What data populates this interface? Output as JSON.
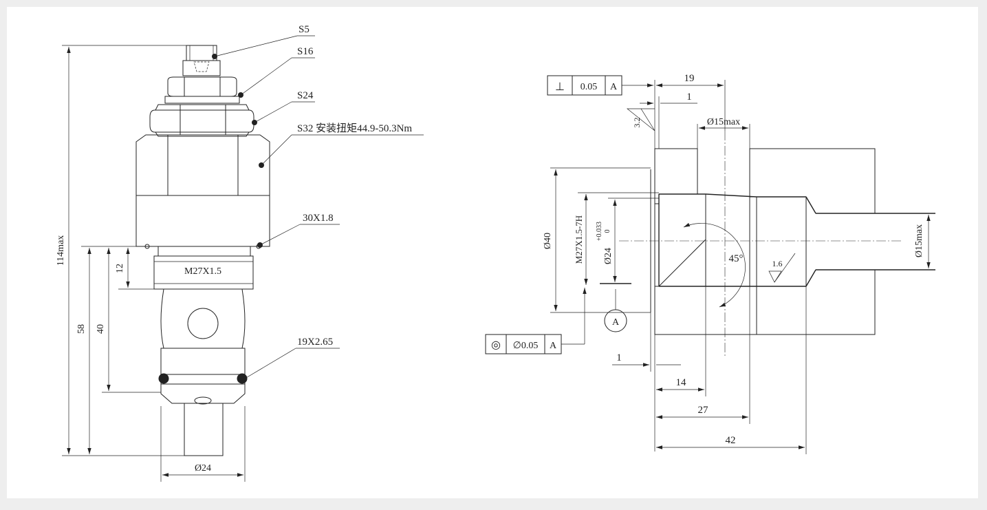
{
  "left_view": {
    "callouts": {
      "s5": "S5",
      "s16": "S16",
      "s24": "S24",
      "s32": "S32 安装扭矩44.9-50.3Nm",
      "oring_top": "30X1.8",
      "oring_bottom": "19X2.65"
    },
    "thread_label": "M27X1.5",
    "dims": {
      "overall_height": "114max",
      "height_58": "58",
      "height_40": "40",
      "height_12": "12",
      "diameter_bottom": "Ø24"
    }
  },
  "right_view": {
    "flatness_box": {
      "symbol": "⊥",
      "value": "0.05",
      "datum": "A"
    },
    "concentricity_box": {
      "symbol": "◎",
      "value": "∅0.05",
      "datum": "A"
    },
    "datum_label": "A",
    "dims": {
      "top_19": "19",
      "top_1": "1",
      "roughness_top": "3.2",
      "bore_max": "Ø15max",
      "dia_40": "Ø40",
      "thread": "M27X1.5-7H",
      "tol_upper": "+0.033",
      "tol_lower": "0",
      "dia_24": "Ø24",
      "angle": "45°",
      "roughness_inner": "1.6",
      "dia_15_right": "Ø15max",
      "bottom_1": "1",
      "depth_14": "14",
      "depth_27": "27",
      "depth_42": "42"
    }
  },
  "colors": {
    "line": "#222222",
    "paper": "#ffffff",
    "frame": "#eeeeee"
  }
}
